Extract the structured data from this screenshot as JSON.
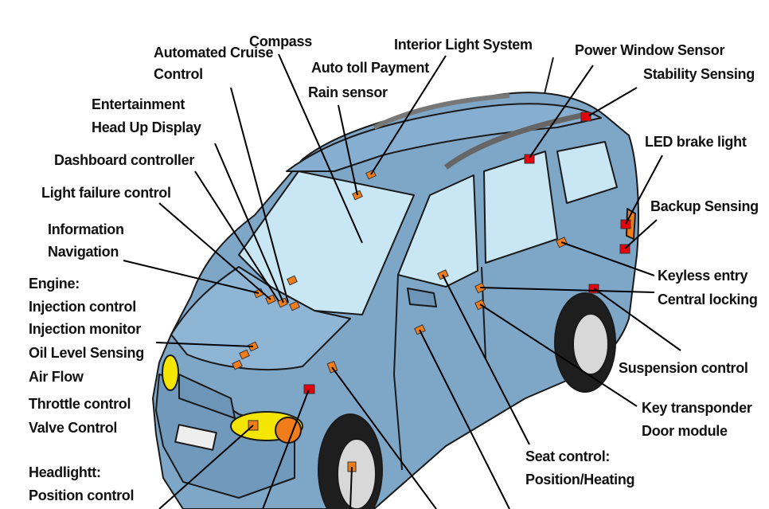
{
  "labels": {
    "compass": "Compass",
    "automated_cruise": "Automated Cruise",
    "cruise_control": "Control",
    "interior_light": "Interior Light System",
    "power_window": "Power Window Sensor",
    "stability": "Stability Sensing",
    "auto_toll": "Auto toll Payment",
    "rain_sensor": "Rain sensor",
    "entertainment": "Entertainment",
    "head_up": "Head Up Display",
    "dashboard": "Dashboard controller",
    "light_failure": "Light failure control",
    "led_brake": "LED brake light",
    "backup": "Backup Sensing",
    "information": "Information",
    "navigation": "Navigation",
    "keyless": "Keyless entry",
    "central_locking": "Central locking",
    "engine": "Engine:",
    "injection_control": "Injection control",
    "injection_monitor": "Injection monitor",
    "oil_level": "Oil Level Sensing",
    "air_flow": "Air Flow",
    "throttle": "Throttle control",
    "valve": "Valve Control",
    "suspension": "Suspension control",
    "key_transponder": "Key transponder",
    "door_module": "Door module",
    "seat_control": "Seat control:",
    "position_heating": "Position/Heating",
    "headlight": "Headlightt:",
    "position_control": "Position control"
  },
  "colors": {
    "body": "#7ea6c7",
    "body_dark": "#5f88ab",
    "glass": "#c8e6f4",
    "tire": "#1e1e1e",
    "sensor_orange": "#f07d1a",
    "sensor_red": "#e8000d",
    "headlight_yellow": "#f5e600"
  }
}
